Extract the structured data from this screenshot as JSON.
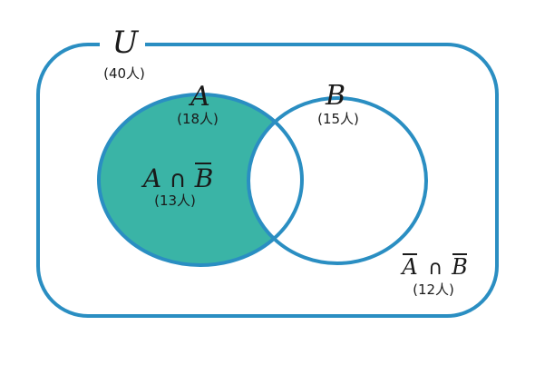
{
  "colors": {
    "stroke": "#2a8ec2",
    "fill_a_only": "#3ab4a6",
    "text": "#1a1a1a"
  },
  "universe": {
    "label": "U",
    "count": "(40人)"
  },
  "set_a": {
    "label": "A",
    "count": "(18人)"
  },
  "set_b": {
    "label": "B",
    "count": "(15人)"
  },
  "region_a_not_b": {
    "label_a": "A",
    "op": "∩",
    "label_b": "B",
    "count": "(13人)"
  },
  "region_neither": {
    "label_a": "A",
    "op": "∩",
    "label_b": "B",
    "count": "(12人)"
  }
}
